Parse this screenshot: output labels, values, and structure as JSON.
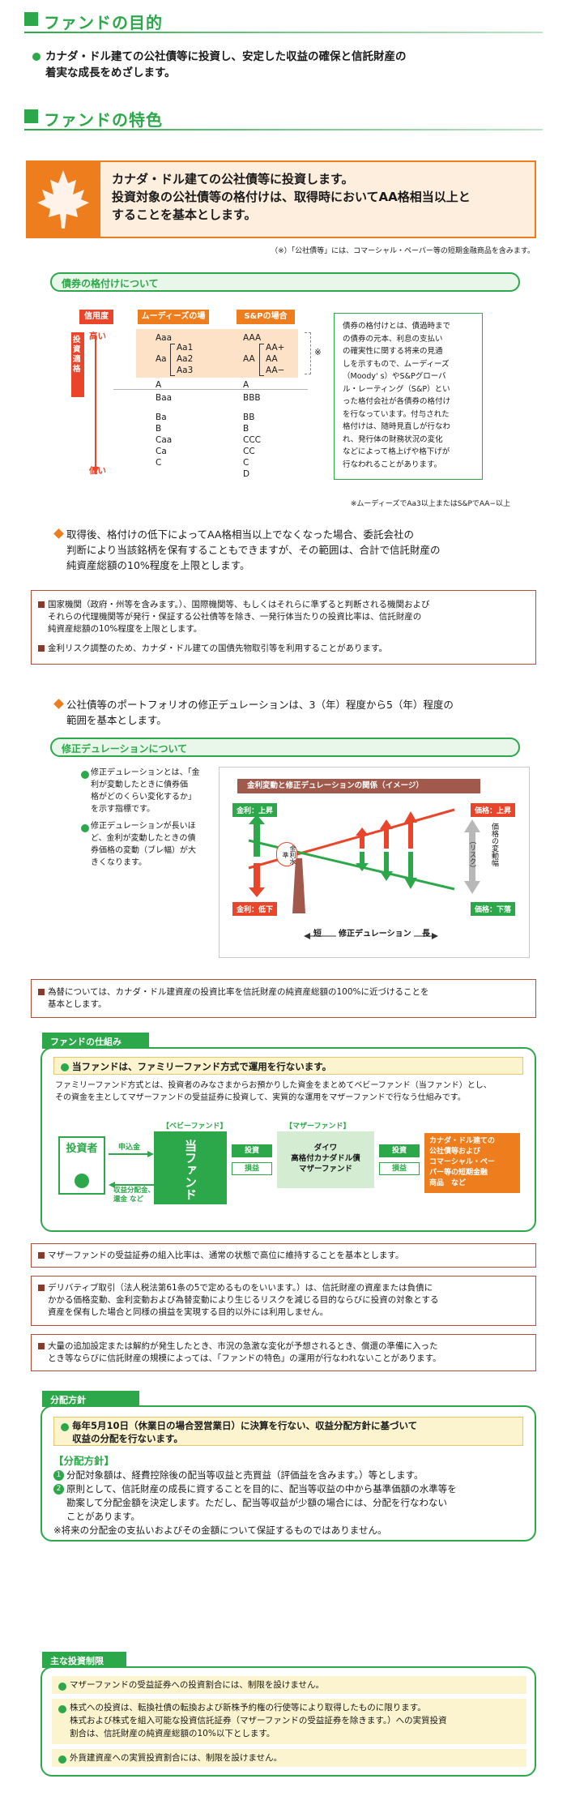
{
  "purpose": {
    "heading": "ファンドの目的",
    "text_line1": "カナダ・ドル建ての公社債等に投資し、安定した収益の確保と信託財産の",
    "text_line2": "着実な成長をめざします。"
  },
  "features": {
    "heading": "ファンドの特色",
    "callout_line1": "カナダ・ドル建ての公社債等に投資します。",
    "callout_line2": "投資対象の公社債等の格付けは、取得時においてAA格相当以上と",
    "callout_line3": "することを基本とします。",
    "footnote": "（※）「公社債等」には、コマーシャル・ペーパー等の短期金融商品を含みます。"
  },
  "rating": {
    "pill": "債券の格付けについて",
    "col_credit": "信用度",
    "col_moodys": "ムーディーズの場合",
    "col_sp": "S&Pの場合",
    "high": "高い",
    "low": "低い",
    "grade_label": "投資適格",
    "moodys_top": "Aaa",
    "moodys_aa": "Aa",
    "moodys_aa1": "Aa1",
    "moodys_aa2": "Aa2",
    "moodys_aa3": "Aa3",
    "moodys_a": "A",
    "moodys_baa": "Baa",
    "moodys_low": [
      "Ba",
      "B",
      "Caa",
      "Ca",
      "C"
    ],
    "sp_top": "AAA",
    "sp_aa": "AA",
    "sp_aap": "AA+",
    "sp_aa2": "AA",
    "sp_aam": "AA−",
    "sp_a": "A",
    "sp_bbb": "BBB",
    "sp_low": [
      "BB",
      "B",
      "CCC",
      "CC",
      "C",
      "D"
    ],
    "asterisk": "※",
    "explain_lines": [
      "債券の格付けとは、債過時まで",
      "の債券の元本、利息の支払い",
      "の確実性に関する将来の見通",
      "しを示すもので、ムーディーズ",
      "（Moody' s）やS&Pグローバ",
      "ル・レーティング（S&P）とい",
      "った格付会社が各債券の格付け",
      "を行なっています。付与された",
      "格付けは、随時見直しが行なわ",
      "れ、発行体の財務状況の変化",
      "などによって格上げや格下げが",
      "行なわれることがあります。"
    ],
    "note": "※ムーディーズでAa3以上またはS&PでAA−以上"
  },
  "downgrade": {
    "line1": "取得後、格付けの低下によってAA格相当以上でなくなった場合、委託会社の",
    "line2": "判断により当該銘柄を保有することもできますが、その範囲は、合計で信託財産の",
    "line3": "純資産総額の10%程度を上限とします。"
  },
  "notes1": {
    "item1_line1": "国家機関（政府・州等を含みます。）、国際機関等、もしくはそれらに準ずると判断される機関および",
    "item1_line2": "それらの代理機関等が発行・保証する公社債等を除き、一発行体当たりの投資比率は、信託財産の",
    "item1_line3": "純資産総額の10%程度を上限とします。",
    "item2": "金利リスク調整のため、カナダ・ドル建ての国債先物取引等を利用することがあります。"
  },
  "duration": {
    "line1": "公社債等のポートフォリオの修正デュレーションは、3（年）程度から5（年）程度の",
    "line2": "範囲を基本とします。",
    "pill": "修正デュレーションについて",
    "b1": [
      "修正デュレーションとは、「金",
      "利が変動したときに債券価",
      "格がどのくらい変化するか」",
      "を示す指標です。"
    ],
    "b2": [
      "修正デュレーションが長いほ",
      "ど、金利が変動したときの債",
      "券価格の変動（ブレ幅）が大",
      "きくなります。"
    ],
    "chart_title": "金利変動と修正デュレーションの関係（イメージ）",
    "rate_up": "金利：上昇",
    "rate_down": "金利：低下",
    "price_up": "価格：上昇",
    "price_down": "価格：下落",
    "rate_level": "金利水準",
    "risk": "（リスク）",
    "price_range": "価格の変動幅",
    "short": "短",
    "duration_label": "修正デュレーション",
    "long": "長"
  },
  "fx_note": {
    "line1": "為替については、カナダ・ドル建資産の投資比率を信託財産の純資産総額の100%に近づけることを",
    "line2": "基本とします。"
  },
  "mechanism": {
    "tab": "ファンドの仕組み",
    "headline": "当ファンドは、ファミリーファンド方式で運用を行ないます。",
    "desc_line1": "ファミリーファンド方式とは、投資者のみなさまからお預かりした資金をまとめてベビーファンド（当ファンド）とし、",
    "desc_line2": "その資金を主としてマザーファンドの受益証券に投資して、実質的な運用をマザーファンドで行なう仕組みです。",
    "investor": "投資者",
    "subscription": "申込金",
    "redemption": "収益分配金、償還金 など",
    "baby_label": "【ベビーファンド】",
    "baby_name": "当ファンド",
    "invest1": "投資",
    "pl1": "損益",
    "mother_label": "【マザーファンド】",
    "mother_name_1": "ダイワ",
    "mother_name_2": "高格付カナダドル債",
    "mother_name_3": "マザーファンド",
    "invest2": "投資",
    "pl2": "損益",
    "target": [
      "カナダ・ドル建ての",
      "公社債等および",
      "コマーシャル・ペー",
      "パー等の短期金融",
      "商品　など"
    ]
  },
  "notes2": {
    "mother_ratio": "マザーファンドの受益証券の組入比率は、通常の状態で高位に維持することを基本とします。",
    "deriv_line1": "デリバティブ取引（法人税法第61条の5で定めるものをいいます。）は、信託財産の資産または負債に",
    "deriv_line2": "かかる価格変動、金利変動および為替変動により生じるリスクを減じる目的ならびに投資の対象とする",
    "deriv_line3": "資産を保有した場合と同様の損益を実現する目的以外には利用しません。",
    "large_line1": "大量の追加設定または解約が発生したとき、市況の急激な変化が予想されるとき、償還の準備に入った",
    "large_line2": "とき等ならびに信託財産の規模によっては、「ファンドの特色」の運用が行なわれないことがあります。"
  },
  "distribution": {
    "tab": "分配方針",
    "head_line1": "毎年5月10日（休業日の場合翌営業日）に決算を行ない、収益分配方針に基づいて",
    "head_line2": "収益の分配を行ないます。",
    "policy_title": "【分配方針】",
    "p1": "分配対象額は、経費控除後の配当等収益と売買益（評価益を含みます。）等とします。",
    "p2_line1": "原則として、信託財産の成長に資することを目的に、配当等収益の中から基準価額の水準等を",
    "p2_line2": "勘案して分配金額を決定します。ただし、配当等収益が少額の場合には、分配を行なわない",
    "p2_line3": "ことがあります。",
    "p3": "※将来の分配金の支払いおよびその金額について保証するものではありません。"
  },
  "restrictions": {
    "tab": "主な投資制限",
    "r1": "マザーファンドの受益証券への投資割合には、制限を設けません。",
    "r2_line1": "株式への投資は、転換社債の転換および新株予約権の行使等により取得したものに限ります。",
    "r2_line2": "株式および株式を組入可能な投資信託証券（マザーファンドの受益証券を除きます。）への実質投資",
    "r2_line3": "割合は、信託財産の純資産総額の10%以下とします。",
    "r3": "外貨建資産への実質投資割合には、制限を設けません。"
  },
  "colors": {
    "green": "#2ca84a",
    "orange": "#ee7d1e",
    "red": "#e8452a",
    "brown": "#8a3a2a"
  }
}
